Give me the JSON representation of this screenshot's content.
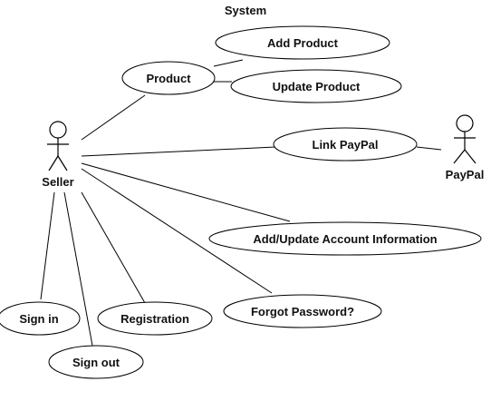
{
  "diagram": {
    "title": "System",
    "colors": {
      "stroke": "#000000",
      "fill": "#ffffff",
      "text": "#111111"
    },
    "actors": {
      "seller": {
        "label": "Seller"
      },
      "paypal": {
        "label": "PayPal"
      }
    },
    "use_cases": {
      "product": "Product",
      "add_product": "Add Product",
      "update_product": "Update Product",
      "link_paypal": "Link PayPal",
      "account_info": "Add/Update Account Information",
      "forgot_password": "Forgot Password?",
      "registration": "Registration",
      "sign_in": "Sign in",
      "sign_out": "Sign out"
    }
  }
}
